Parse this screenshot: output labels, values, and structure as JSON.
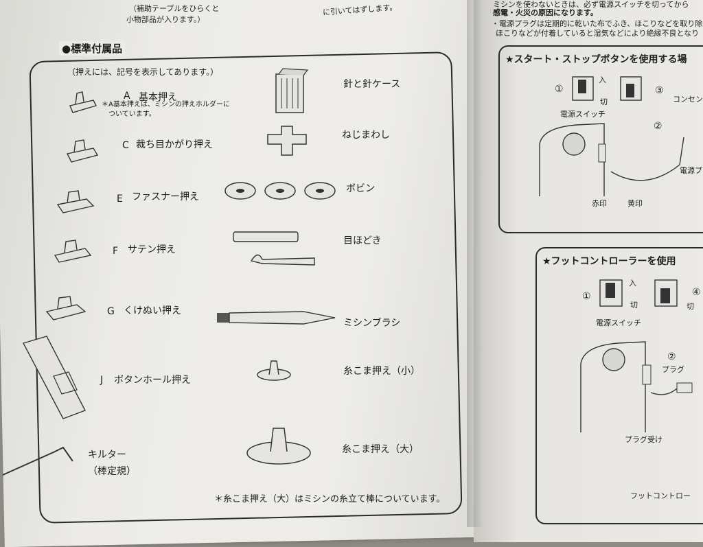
{
  "top_left": {
    "line1": "（補助テーブルをひらくと",
    "line2": "小物部品が入ります。）",
    "line3": "に引いてはずします。"
  },
  "section": {
    "title": "●標準付属品",
    "note": "（押えには、記号を表示してあります。）"
  },
  "presser_feet": [
    {
      "code": "A",
      "name": "基本押え",
      "note1": "＊A基本押えは、ミシンの押えホルダーに",
      "note2": "ついています。"
    },
    {
      "code": "C",
      "name": "裁ち目かがり押え"
    },
    {
      "code": "E",
      "name": "ファスナー押え"
    },
    {
      "code": "F",
      "name": "サテン押え"
    },
    {
      "code": "G",
      "name": "くけぬい押え"
    },
    {
      "code": "J",
      "name": "ボタンホール押え"
    }
  ],
  "quilter": {
    "line1": "キルター",
    "line2": "（棒定規）"
  },
  "accessories": [
    {
      "name": "針と針ケース"
    },
    {
      "name": "ねじまわし"
    },
    {
      "name": "ボビン"
    },
    {
      "name": "目ほどき"
    },
    {
      "name": "ミシンブラシ"
    },
    {
      "name": "糸こま押え（小）"
    },
    {
      "name": "糸こま押え（大）"
    }
  ],
  "footnote": "＊糸こま押え（大）はミシンの糸立て棒についています。",
  "right_page": {
    "top1": "ミシンを使わないときは、必ず電源スイッチを切ってから",
    "top2": "感電・火災の原因になります。",
    "top3": "・電源プラグは定期的に乾いた布でふき、ほこりなどを取り除",
    "top4": "ほこりなどが付着していると湿気などにより絶縁不良となり",
    "box1_title": "★スタート・ストップボタンを使用する場",
    "box1_labels": {
      "n1": "①",
      "on": "入",
      "off": "切",
      "n3": "③",
      "switch": "電源スイッチ",
      "outlet": "コンセン",
      "n2": "②",
      "plug": "電源プ",
      "red": "赤印",
      "yellow": "黄印"
    },
    "box2_title": "★フットコントローラーを使用",
    "box2_labels": {
      "n1": "①",
      "on": "入",
      "off": "切",
      "n4": "④",
      "switch": "電源スイッチ",
      "n2": "②",
      "plug": "プラグ",
      "jack": "プラグ受け",
      "foot": "フットコントロー"
    }
  }
}
